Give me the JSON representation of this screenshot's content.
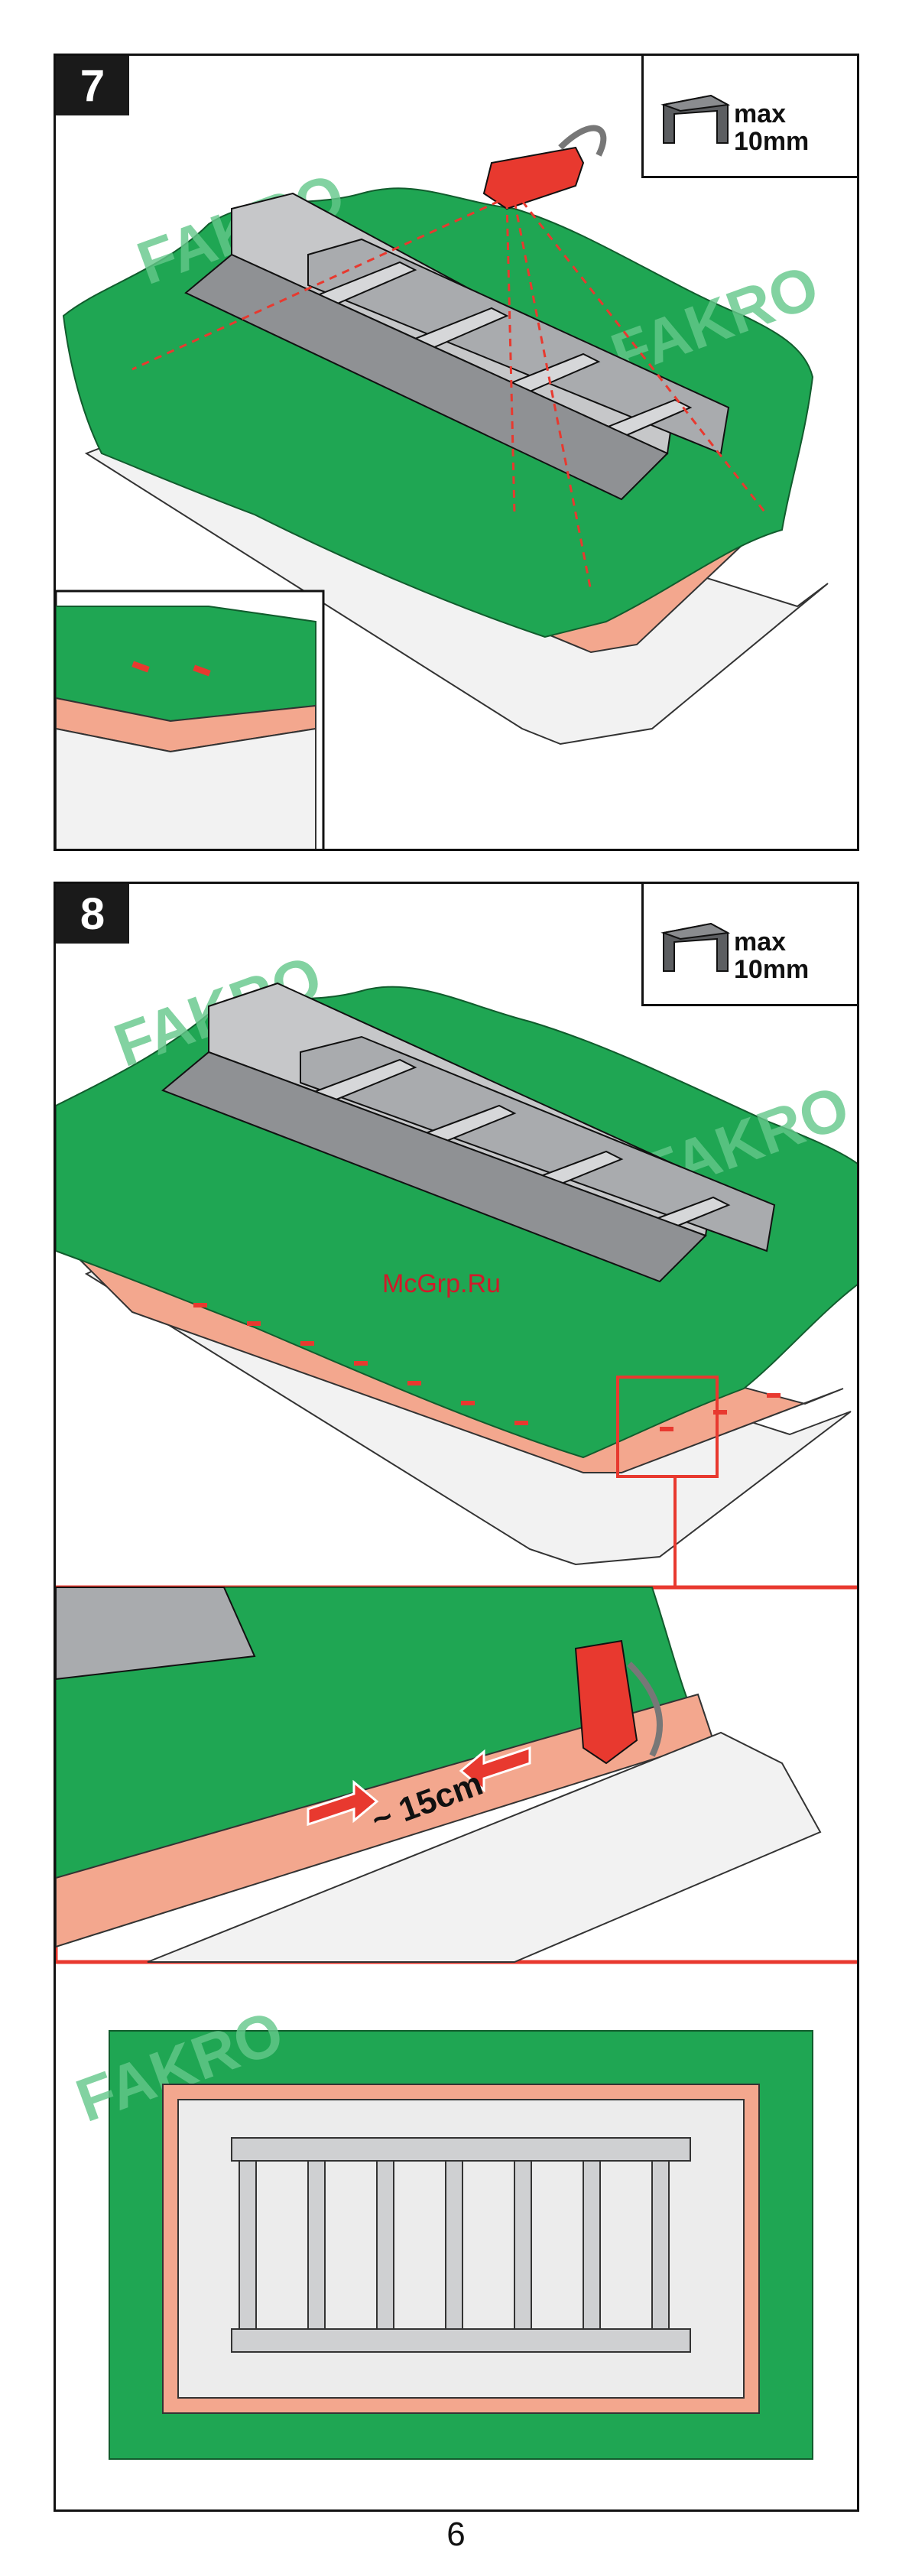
{
  "steps": [
    {
      "number": "7",
      "staple_label_line1": "max",
      "staple_label_line2": "10mm",
      "brand_text": "FAKRO"
    },
    {
      "number": "8",
      "staple_label_line1": "max",
      "staple_label_line2": "10mm",
      "brand_text": "FAKRO",
      "spacing_label": "~ 15cm"
    }
  ],
  "watermark": "McGrp.Ru",
  "page_number": "6",
  "colors": {
    "membrane_green": "#1fa653",
    "frame_salmon": "#f3a78e",
    "stapler_red": "#e8392f",
    "ladder_gray": "#a9abae",
    "outline": "#111111"
  }
}
